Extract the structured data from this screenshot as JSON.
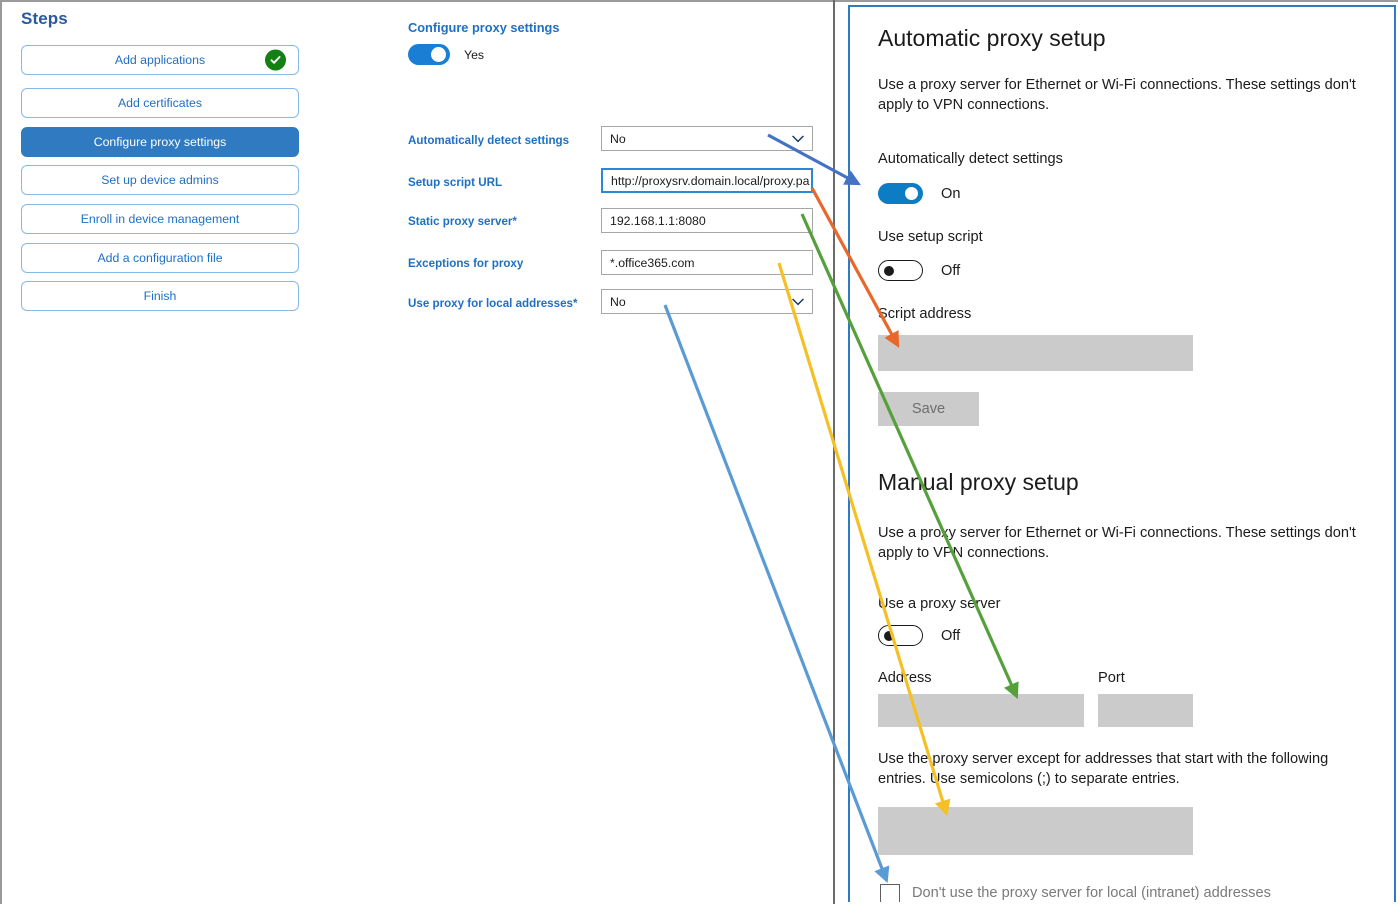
{
  "steps_panel": {
    "title": "Steps",
    "items": [
      {
        "label": "Add applications",
        "state": "complete",
        "icon": "check-circle-icon"
      },
      {
        "label": "Add certificates",
        "state": "default"
      },
      {
        "label": "Configure proxy settings",
        "state": "active"
      },
      {
        "label": "Set up device admins",
        "state": "default"
      },
      {
        "label": "Enroll in device management",
        "state": "default"
      },
      {
        "label": "Add a configuration file",
        "state": "default"
      },
      {
        "label": "Finish",
        "state": "default"
      }
    ]
  },
  "form": {
    "heading": "Configure proxy settings",
    "master_toggle": {
      "value": "Yes",
      "on": true
    },
    "fields": [
      {
        "label": "Automatically detect settings",
        "required": false,
        "type": "select",
        "value": "No",
        "focused": false
      },
      {
        "label": "Setup script URL",
        "required": false,
        "type": "text",
        "value": "http://proxysrv.domain.local/proxy.pa",
        "focused": true
      },
      {
        "label": "Static proxy server",
        "required": true,
        "type": "text",
        "value": "192.168.1.1:8080",
        "focused": false
      },
      {
        "label": "Exceptions for proxy",
        "required": false,
        "type": "text",
        "value": "*.office365.com",
        "focused": false
      },
      {
        "label": "Use proxy for local addresses",
        "required": true,
        "type": "select",
        "value": "No",
        "focused": false
      }
    ],
    "required_marker": "*"
  },
  "windows_settings": {
    "automatic": {
      "heading": "Automatic proxy setup",
      "description": "Use a proxy server for Ethernet or Wi-Fi connections. These settings don't apply to VPN connections.",
      "auto_detect_label": "Automatically detect settings",
      "auto_detect_state": "On",
      "use_script_label": "Use setup script",
      "use_script_state": "Off",
      "script_address_label": "Script address",
      "script_address_value": "",
      "save_label": "Save"
    },
    "manual": {
      "heading": "Manual proxy setup",
      "description": "Use a proxy server for Ethernet or Wi-Fi connections. These settings don't apply to VPN connections.",
      "use_proxy_label": "Use a proxy server",
      "use_proxy_state": "Off",
      "address_label": "Address",
      "address_value": "",
      "port_label": "Port",
      "port_value": "",
      "exceptions_description": "Use the proxy server except for addresses that start with the following entries. Use semicolons (;) to separate entries.",
      "exceptions_value": "",
      "bypass_local_label": "Don't use the proxy server for local (intranet) addresses",
      "bypass_local_checked": false
    }
  },
  "annotations": {
    "arrows": [
      {
        "name": "arrow-auto-detect",
        "color": "#4472C4",
        "from_field": "Automatically detect settings",
        "to_target": "Automatically detect settings toggle"
      },
      {
        "name": "arrow-setup-script",
        "color": "#E8682C",
        "from_field": "Setup script URL",
        "to_target": "Script address box"
      },
      {
        "name": "arrow-static-proxy",
        "color": "#56A03C",
        "from_field": "Static proxy server",
        "to_target": "Address box"
      },
      {
        "name": "arrow-exceptions",
        "color": "#F5C026",
        "from_field": "Exceptions for proxy",
        "to_target": "Exceptions box"
      },
      {
        "name": "arrow-local-addresses",
        "color": "#5B9BD5",
        "from_field": "Use proxy for local addresses",
        "to_target": "Don't use the proxy server for local (intranet) addresses checkbox"
      }
    ]
  },
  "colors": {
    "accent_blue": "#2f7ac1",
    "link_blue": "#1f6fc4",
    "success_green": "#128012",
    "win_toggle_blue": "#0c7cc4",
    "field_gray": "#cbcbcb"
  }
}
